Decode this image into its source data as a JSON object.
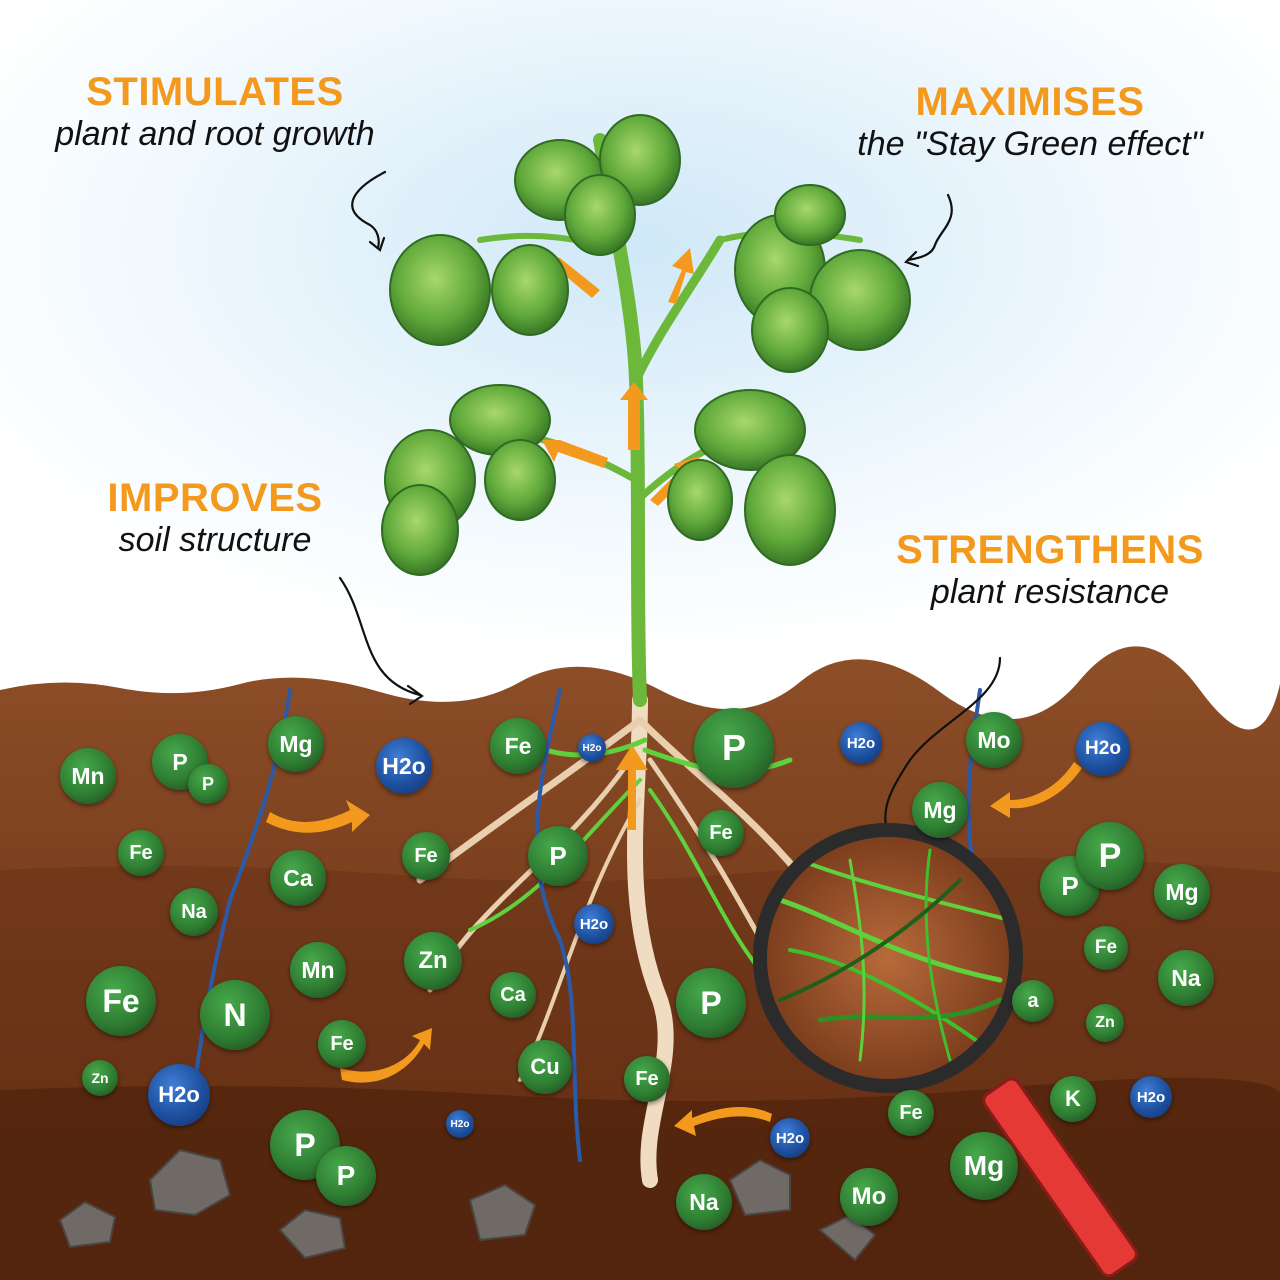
{
  "callouts": {
    "stimulates": {
      "heading": "STIMULATES",
      "sub": "plant and root growth"
    },
    "maximises": {
      "heading": "MAXIMISES",
      "sub": "the \"Stay Green effect\""
    },
    "improves": {
      "heading": "IMPROVES",
      "sub": "soil structure"
    },
    "strengthens": {
      "heading": "STRENGTHENS",
      "sub": "plant resistance"
    }
  },
  "colors": {
    "accent_orange": "#f39a1e",
    "soil_top": "#8a4b25",
    "soil_dark": "#5a2c14",
    "nutrient_green": "#2e7d32",
    "water_blue": "#1d4f9e",
    "magnifier_handle": "#e53935"
  },
  "nutrients": [
    {
      "label": "Mn",
      "kind": "green"
    },
    {
      "label": "P",
      "kind": "green"
    },
    {
      "label": "P",
      "kind": "green"
    },
    {
      "label": "Mg",
      "kind": "green"
    },
    {
      "label": "H2o",
      "kind": "blue"
    },
    {
      "label": "Fe",
      "kind": "green"
    },
    {
      "label": "H2o",
      "kind": "blue"
    },
    {
      "label": "P",
      "kind": "green"
    },
    {
      "label": "H2o",
      "kind": "blue"
    },
    {
      "label": "Mo",
      "kind": "green"
    },
    {
      "label": "H2o",
      "kind": "blue"
    },
    {
      "label": "Fe",
      "kind": "green"
    },
    {
      "label": "Ca",
      "kind": "green"
    },
    {
      "label": "Fe",
      "kind": "green"
    },
    {
      "label": "P",
      "kind": "green"
    },
    {
      "label": "Fe",
      "kind": "green"
    },
    {
      "label": "Mg",
      "kind": "green"
    },
    {
      "label": "P",
      "kind": "green"
    },
    {
      "label": "P",
      "kind": "green"
    },
    {
      "label": "Mg",
      "kind": "green"
    },
    {
      "label": "Na",
      "kind": "green"
    },
    {
      "label": "H2o",
      "kind": "blue"
    },
    {
      "label": "Zn",
      "kind": "green"
    },
    {
      "label": "Mn",
      "kind": "green"
    },
    {
      "label": "Fe",
      "kind": "green"
    },
    {
      "label": "N",
      "kind": "green"
    },
    {
      "label": "Ca",
      "kind": "green"
    },
    {
      "label": "P",
      "kind": "green"
    },
    {
      "label": "Fe",
      "kind": "green"
    },
    {
      "label": "Na",
      "kind": "green"
    },
    {
      "label": "a",
      "kind": "green"
    },
    {
      "label": "Zn",
      "kind": "green"
    },
    {
      "label": "Fe",
      "kind": "green"
    },
    {
      "label": "Cu",
      "kind": "green"
    },
    {
      "label": "Fe",
      "kind": "green"
    },
    {
      "label": "Zn",
      "kind": "green"
    },
    {
      "label": "H2o",
      "kind": "blue"
    },
    {
      "label": "K",
      "kind": "green"
    },
    {
      "label": "H2o",
      "kind": "blue"
    },
    {
      "label": "Fe",
      "kind": "green"
    },
    {
      "label": "H2o",
      "kind": "blue"
    },
    {
      "label": "H2o",
      "kind": "blue"
    },
    {
      "label": "P",
      "kind": "green"
    },
    {
      "label": "P",
      "kind": "green"
    },
    {
      "label": "Mg",
      "kind": "green"
    },
    {
      "label": "Na",
      "kind": "green"
    },
    {
      "label": "Mo",
      "kind": "green"
    }
  ]
}
